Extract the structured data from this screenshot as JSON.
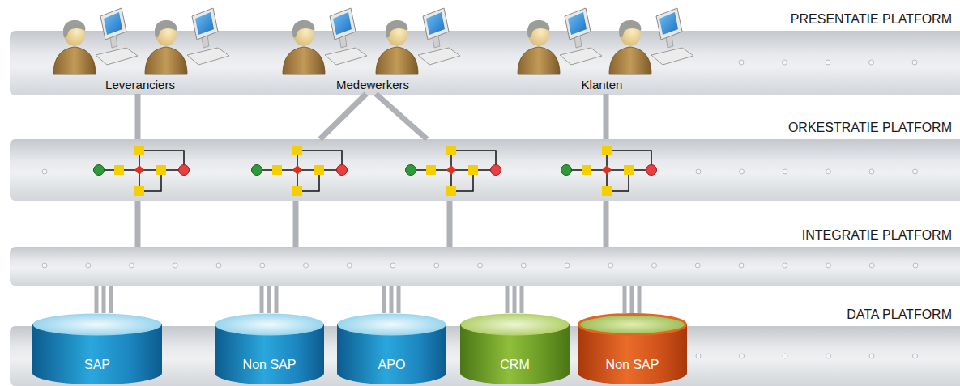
{
  "diagram": {
    "nodes": [
      {
        "text": [
          "PRESENTATIE PLATFORM"
        ]
      },
      {
        "text": [
          "Leveranciers"
        ],
        "in": 0
      },
      {
        "text": [
          "Medewerkers"
        ],
        "in": 0
      },
      {
        "text": [
          "Klanten"
        ],
        "in": 0
      },
      {
        "text": [
          "ORKESTRATIE PLATFORM"
        ]
      },
      {
        "text": [
          "INTEGRATIE PLATFORM"
        ]
      },
      {
        "text": [
          "DATA PLATFORM"
        ]
      },
      {
        "text": [
          "SAP"
        ],
        "in": 6
      },
      {
        "text": [
          "Non SAP"
        ],
        "in": 6
      },
      {
        "text": [
          "APO"
        ],
        "in": 6
      },
      {
        "text": [
          "CRM"
        ],
        "in": 6
      },
      {
        "text": [
          "Non SAP"
        ],
        "in": 6
      }
    ],
    "edges": [
      {
        "from": 1,
        "to": 4,
        "arrow": "none"
      },
      {
        "from": 2,
        "to": 4,
        "arrow": "none"
      },
      {
        "from": 2,
        "to": 4,
        "arrow": "none"
      },
      {
        "from": 3,
        "to": 4,
        "arrow": "none"
      },
      {
        "from": 4,
        "to": 5,
        "arrow": "none"
      },
      {
        "from": 4,
        "to": 5,
        "arrow": "none"
      },
      {
        "from": 4,
        "to": 5,
        "arrow": "none"
      },
      {
        "from": 4,
        "to": 5,
        "arrow": "none"
      },
      {
        "from": 5,
        "to": 7,
        "arrow": "none"
      },
      {
        "from": 5,
        "to": 8,
        "arrow": "none"
      },
      {
        "from": 5,
        "to": 9,
        "arrow": "none"
      },
      {
        "from": 5,
        "to": 10,
        "arrow": "none"
      },
      {
        "from": 5,
        "to": 11,
        "arrow": "none"
      }
    ]
  }
}
